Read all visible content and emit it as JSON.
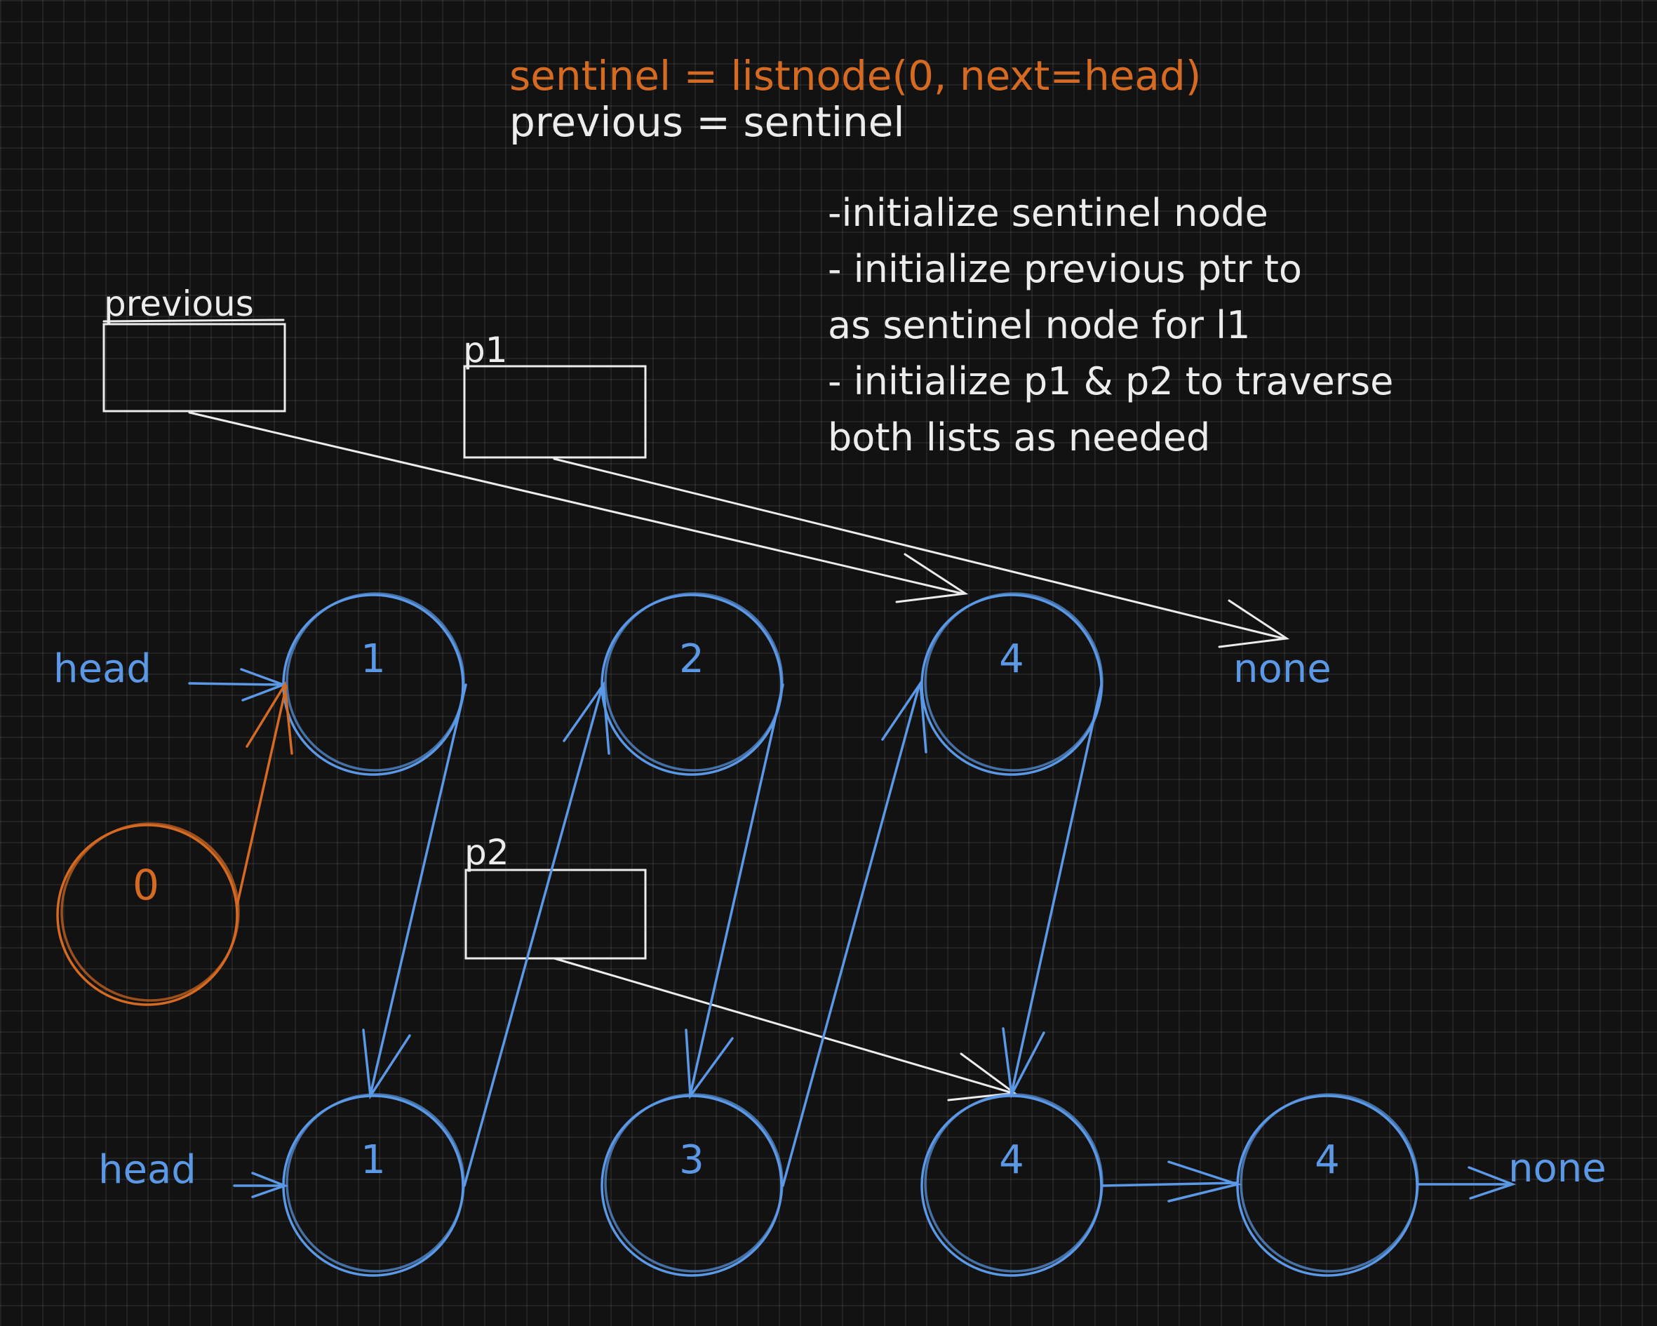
{
  "code": {
    "line1": "sentinel = listnode(0, next=head)",
    "line2": "previous = sentinel"
  },
  "notes": [
    "-initialize sentinel node",
    "- initialize previous ptr to",
    "as sentinel node for l1",
    "- initialize p1 & p2 to traverse",
    "both lists as needed"
  ],
  "pointers": {
    "previous": "previous",
    "p1": "p1",
    "p2": "p2"
  },
  "list1": {
    "head_label": "head",
    "nodes": [
      "1",
      "2",
      "4"
    ],
    "end_label": "none"
  },
  "list2": {
    "head_label": "head",
    "nodes": [
      "1",
      "3",
      "4",
      "4"
    ],
    "end_label": "none"
  },
  "sentinel_node": {
    "value": "0"
  },
  "colors": {
    "background": "#121212",
    "white": "#ececec",
    "orange": "#d56a22",
    "blue": "#5b98e6"
  }
}
